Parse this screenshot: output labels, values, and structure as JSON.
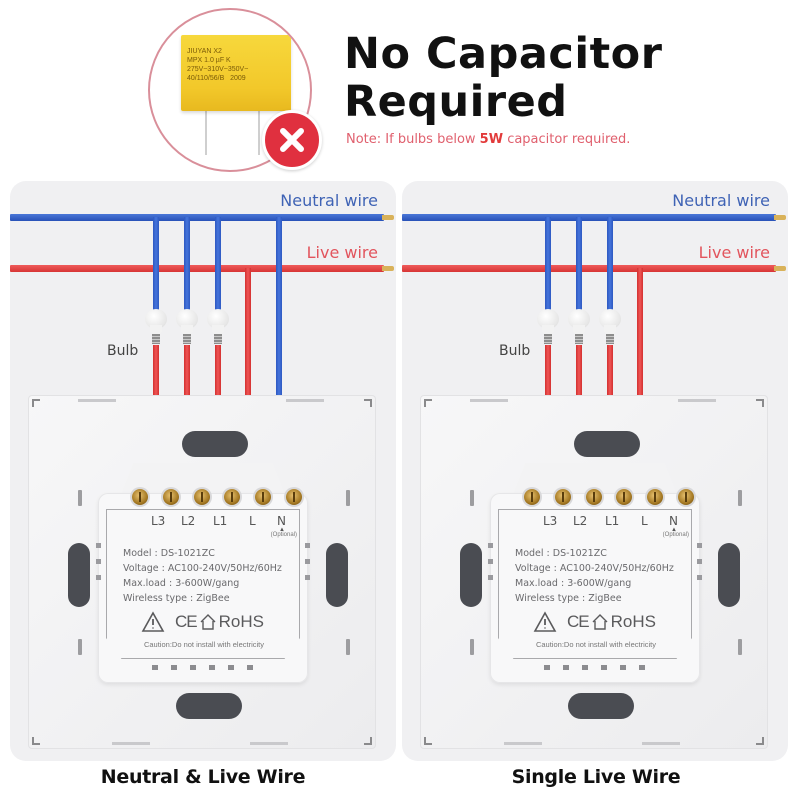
{
  "header": {
    "title_line1": "No Capacitor",
    "title_line2": "Required",
    "note_prefix": "Note: If bulbs below ",
    "note_highlight": "5W",
    "note_suffix": " capacitor required.",
    "capacitor_label": "JIUYAN X2\nMPX 1.0 µF K\n275V~310V~350V~\n40/110/56/B   2009",
    "badge_icon": "x-cross-icon"
  },
  "colors": {
    "neutral_wire": "#2d58c2",
    "live_wire": "#e03a3a",
    "neutral_label": "#3f63b5",
    "live_label": "#e2545d",
    "badge_red": "#e0303f",
    "note_red": "#e0606e"
  },
  "panels": [
    {
      "id": "neutral-live",
      "caption": "Neutral & Live Wire",
      "neutral_label": "Neutral wire",
      "live_label": "Live wire",
      "bulb_label": "Bulb",
      "bulb_count": 3,
      "neutral_to_module": true
    },
    {
      "id": "single-live",
      "caption": "Single Live Wire",
      "neutral_label": "Neutral wire",
      "live_label": "Live wire",
      "bulb_label": "Bulb",
      "bulb_count": 3,
      "neutral_to_module": false
    }
  ],
  "module": {
    "terminals": [
      "L3",
      "L2",
      "L1",
      "L",
      "N"
    ],
    "optional": "(Optional)",
    "model": "Model : DS-1021ZC",
    "voltage": "Voltage : AC100-240V/50Hz/60Hz",
    "max_load": "Max.load : 3-600W/gang",
    "wireless": "Wireless type : ZigBee",
    "certs_ce": "CE",
    "certs_rohs": "RoHS",
    "caution": "Caution:Do not install with electricity"
  }
}
